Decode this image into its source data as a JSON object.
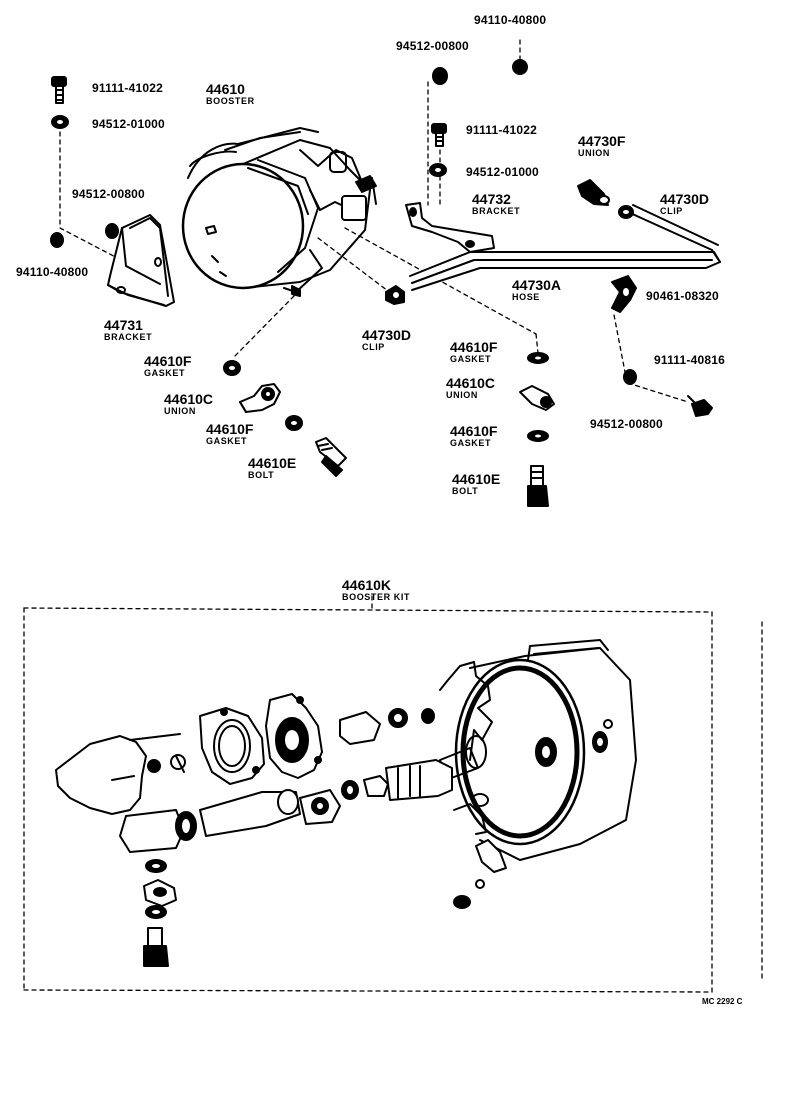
{
  "diagram": {
    "catalog_ref": "MC 2292 C",
    "parts": [
      {
        "id": "p1",
        "number": "94110-40800"
      },
      {
        "id": "p2",
        "number": "94512-00800"
      },
      {
        "id": "p3",
        "number": "91111-41022"
      },
      {
        "id": "p4",
        "number": "44610",
        "name": "BOOSTER"
      },
      {
        "id": "p5",
        "number": "94512-01000"
      },
      {
        "id": "p6",
        "number": "91111-41022"
      },
      {
        "id": "p7",
        "number": "94512-01000"
      },
      {
        "id": "p8",
        "number": "44730F",
        "name": "UNION"
      },
      {
        "id": "p9",
        "number": "94512-00800"
      },
      {
        "id": "p10",
        "number": "44732",
        "name": "BRACKET"
      },
      {
        "id": "p11",
        "number": "44730D",
        "name": "CLIP"
      },
      {
        "id": "p12",
        "number": "94110-40800"
      },
      {
        "id": "p13",
        "number": "44730A",
        "name": "HOSE"
      },
      {
        "id": "p14",
        "number": "90461-08320"
      },
      {
        "id": "p15",
        "number": "44731",
        "name": "BRACKET"
      },
      {
        "id": "p16",
        "number": "44730D",
        "name": "CLIP"
      },
      {
        "id": "p17",
        "number": "44610F",
        "name": "GASKET"
      },
      {
        "id": "p18",
        "number": "91111-40816"
      },
      {
        "id": "p19",
        "number": "44610F",
        "name": "GASKET"
      },
      {
        "id": "p20",
        "number": "44610C",
        "name": "UNION"
      },
      {
        "id": "p21",
        "number": "44610C",
        "name": "UNION"
      },
      {
        "id": "p22",
        "number": "94512-00800"
      },
      {
        "id": "p23",
        "number": "44610F",
        "name": "GASKET"
      },
      {
        "id": "p24",
        "number": "44610F",
        "name": "GASKET"
      },
      {
        "id": "p25",
        "number": "44610E",
        "name": "BOLT"
      },
      {
        "id": "p26",
        "number": "44610E",
        "name": "BOLT"
      },
      {
        "id": "p27",
        "number": "44610K",
        "name": "BOOSTER KIT"
      }
    ]
  }
}
